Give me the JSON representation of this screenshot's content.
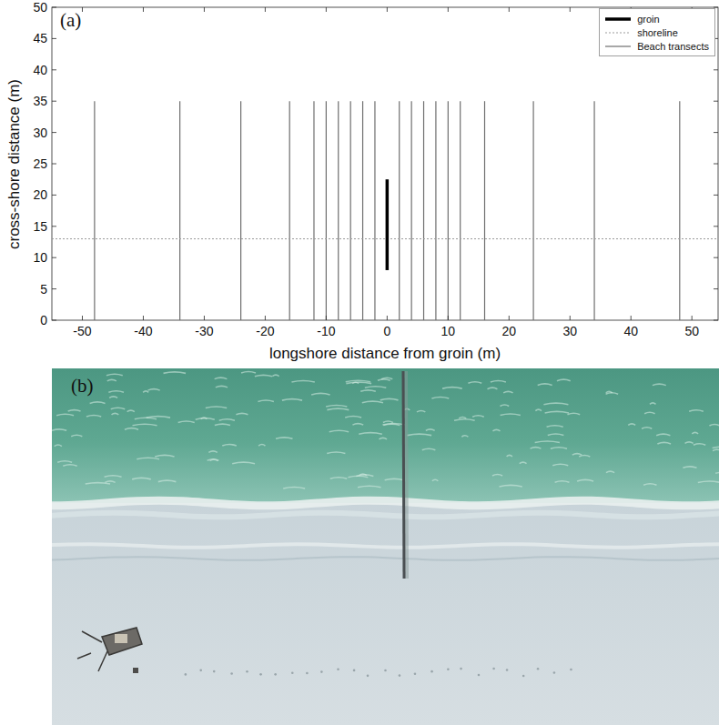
{
  "diagram": {
    "labels": [
      "(a)",
      "0",
      "5",
      "10",
      "15",
      "20",
      "25",
      "30",
      "35",
      "40",
      "45",
      "50",
      "cross-shore distance (m)",
      "-50",
      "-40",
      "-30",
      "-20",
      "-10",
      "0",
      "10",
      "20",
      "30",
      "40",
      "50",
      "longshore distance from groin (m)",
      "(b)"
    ],
    "legend": [
      {
        "text": "groin"
      },
      {
        "text": "shoreline"
      },
      {
        "text": "Beach transects"
      }
    ]
  }
}
